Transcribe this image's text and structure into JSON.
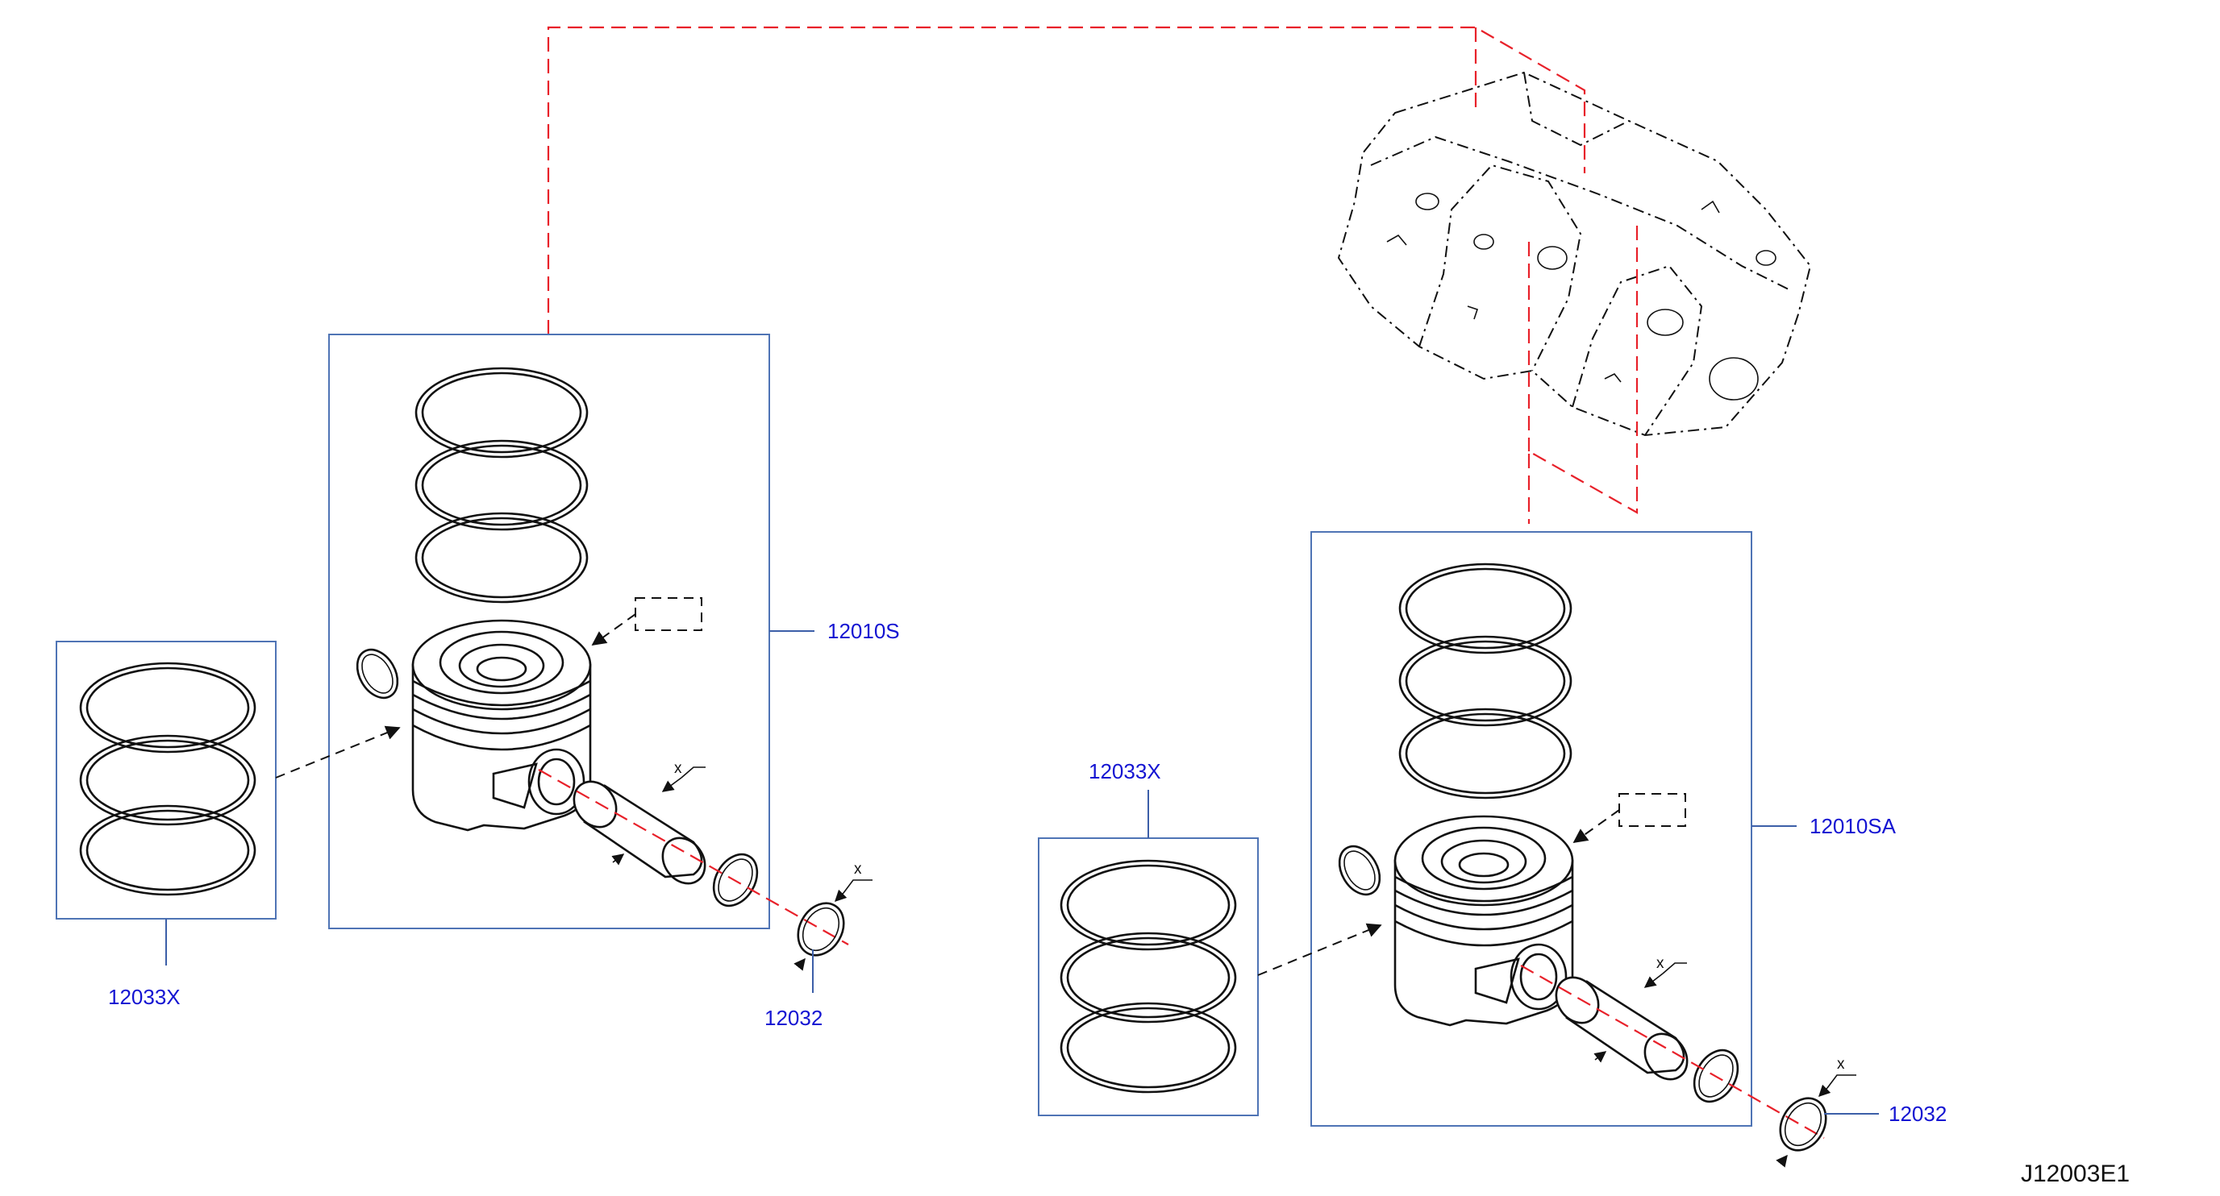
{
  "diagram": {
    "labels": {
      "left_piston_assembly": "12010S",
      "left_ring_set": "12033X",
      "left_snap_ring": "12032",
      "right_piston_assembly": "12010SA",
      "right_ring_set": "12033X",
      "right_snap_ring": "12032"
    },
    "dimension_marks": {
      "left_pin": "x",
      "left_snap_ring": "x",
      "right_pin": "x",
      "right_snap_ring": "x"
    },
    "drawing_code": "J12003E1",
    "colors": {
      "label_text": "#1414d2",
      "box_border": "#4f74b5",
      "reference_line": "#e8212a",
      "part_ink": "#111111"
    }
  }
}
